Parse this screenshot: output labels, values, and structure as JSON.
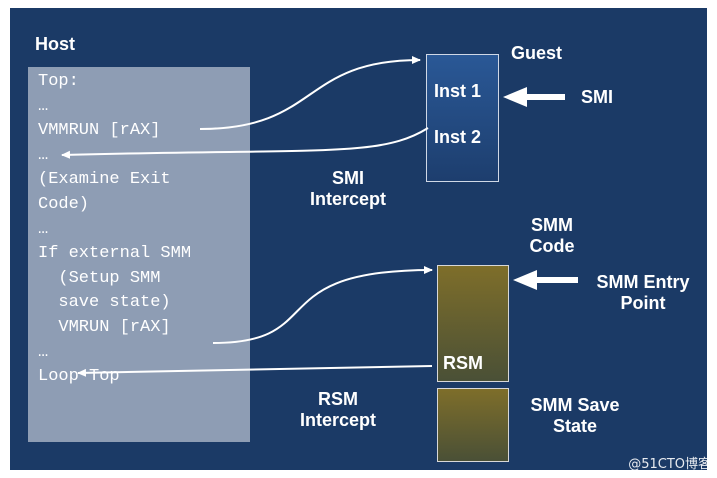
{
  "host": {
    "title": "Host",
    "code": "Top:\n…\nVMMRUN [rAX]\n…\n(Examine Exit\nCode)\n…\nIf external SMM\n  (Setup SMM\n  save state)\n  VMRUN [rAX]\n…\nLoop Top"
  },
  "guest": {
    "title": "Guest",
    "inst1": "Inst 1",
    "inst2": "Inst 2",
    "smi": "SMI"
  },
  "smi_intercept": "SMI\nIntercept",
  "smm": {
    "code_label": "SMM\nCode",
    "entry_point": "SMM Entry\nPoint",
    "rsm": "RSM",
    "save_state": "SMM Save\nState"
  },
  "rsm_intercept": "RSM\nIntercept",
  "watermark": "@51CTO博客",
  "colors": {
    "background": "#1b3a66",
    "host_box": "#8e9db4",
    "guest_box": "#2a5896",
    "smm_box": "#7e6e2a",
    "text": "#ffffff"
  }
}
